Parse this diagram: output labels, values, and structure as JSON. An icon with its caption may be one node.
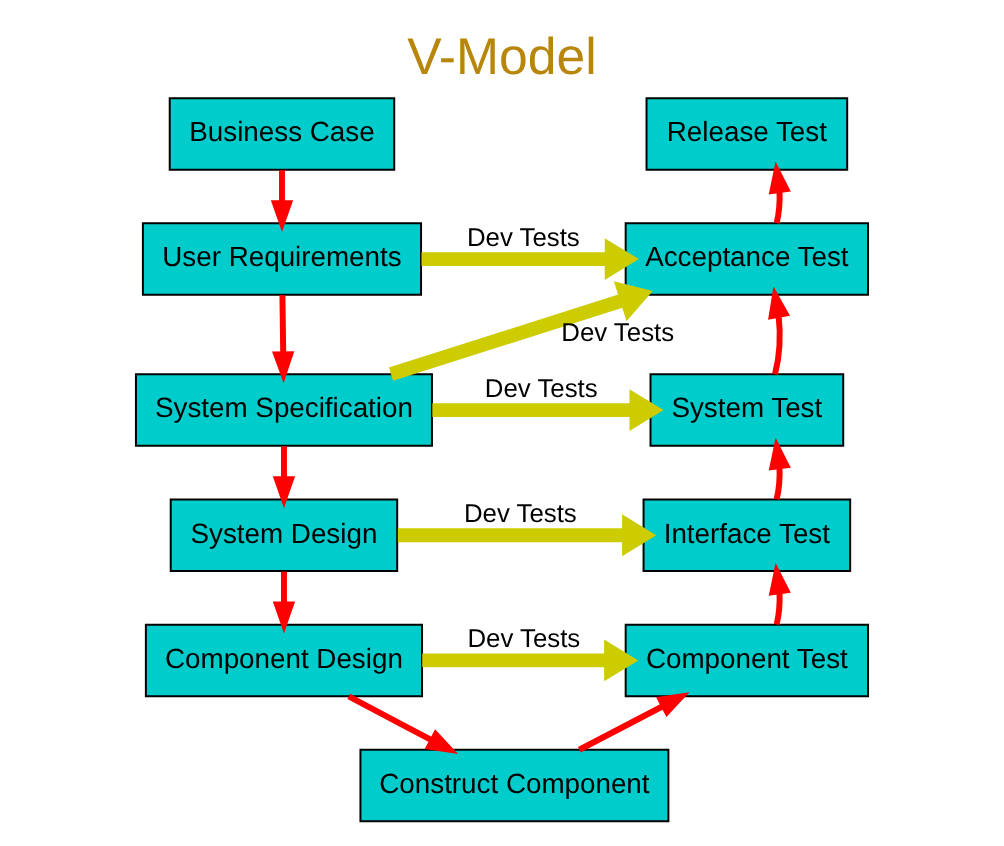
{
  "diagram": {
    "title": "V-Model",
    "nodes": [
      {
        "text": [
          "Business Case"
        ]
      },
      {
        "text": [
          "User Requirements"
        ]
      },
      {
        "text": [
          "System Specification"
        ]
      },
      {
        "text": [
          "System Design"
        ]
      },
      {
        "text": [
          "Component Design"
        ]
      },
      {
        "text": [
          "Construct Component"
        ]
      },
      {
        "text": [
          "Component Test"
        ]
      },
      {
        "text": [
          "Interface Test"
        ]
      },
      {
        "text": [
          "System Test"
        ]
      },
      {
        "text": [
          "Acceptance Test"
        ]
      },
      {
        "text": [
          "Release Test"
        ]
      }
    ],
    "edges": [
      {
        "from": 0,
        "to": 1,
        "arrow": "to"
      },
      {
        "from": 1,
        "to": 2,
        "arrow": "to"
      },
      {
        "from": 2,
        "to": 3,
        "arrow": "to"
      },
      {
        "from": 3,
        "to": 4,
        "arrow": "to"
      },
      {
        "from": 4,
        "to": 5,
        "arrow": "to"
      },
      {
        "from": 5,
        "to": 6,
        "arrow": "to"
      },
      {
        "from": 6,
        "to": 7,
        "arrow": "to"
      },
      {
        "from": 7,
        "to": 8,
        "arrow": "to"
      },
      {
        "from": 8,
        "to": 9,
        "arrow": "to"
      },
      {
        "from": 9,
        "to": 10,
        "arrow": "to"
      },
      {
        "from": 1,
        "to": 9,
        "arrow": "to",
        "label": "Dev Tests",
        "style": "thick",
        "color": "#cccc00"
      },
      {
        "from": 2,
        "to": 9,
        "arrow": "to",
        "label": "Dev Tests",
        "style": "thick",
        "color": "#cccc00"
      },
      {
        "from": 2,
        "to": 8,
        "arrow": "to",
        "label": "Dev Tests",
        "style": "thick",
        "color": "#cccc00"
      },
      {
        "from": 3,
        "to": 7,
        "arrow": "to",
        "label": "Dev Tests",
        "style": "thick",
        "color": "#cccc00"
      },
      {
        "from": 4,
        "to": 6,
        "arrow": "to",
        "label": "Dev Tests",
        "style": "thick",
        "color": "#cccc00"
      }
    ]
  }
}
